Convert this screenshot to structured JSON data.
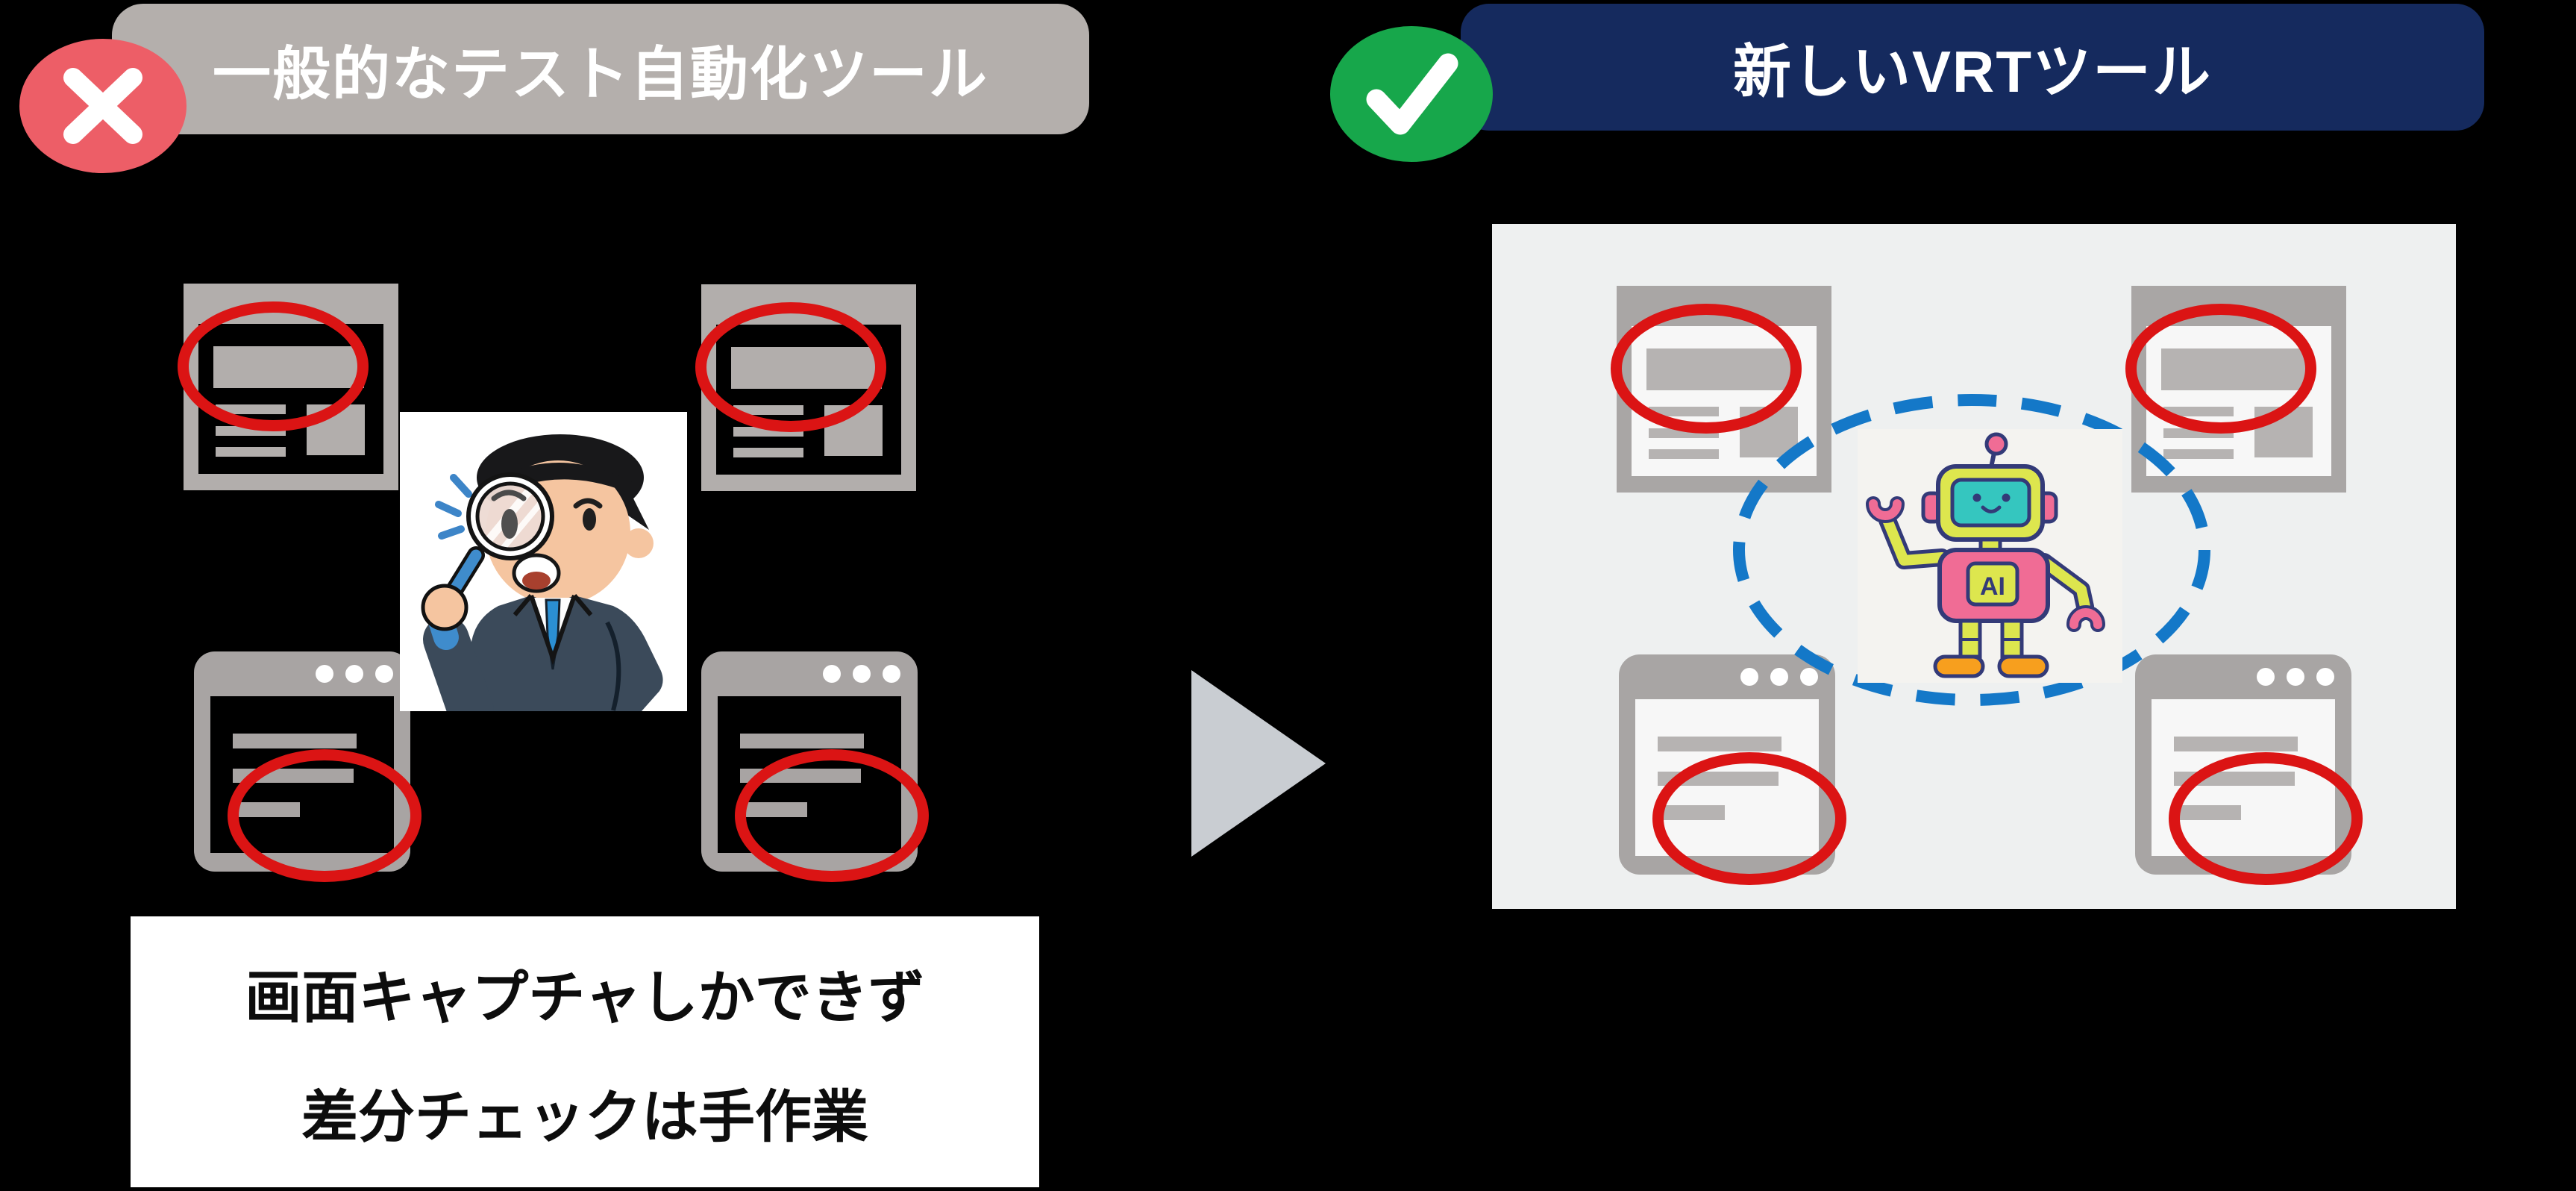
{
  "left_section": {
    "header": {
      "label": "一般的なテスト自動化ツール",
      "bg": "#b4afac",
      "badge_bg": "#ed5e67",
      "badge_icon": "x-icon"
    },
    "caption": {
      "line1": "画面キャプチャしかできず",
      "line2": "差分チェックは手作業"
    }
  },
  "right_section": {
    "header": {
      "label": "新しいVRTツール",
      "bg": "#152a5e",
      "badge_bg": "#17a74b",
      "badge_icon": "check-icon"
    },
    "robot": {
      "label": "AI"
    }
  },
  "colors": {
    "background": "#000000",
    "diff_highlight_ring": "#db1414",
    "ai_scope_dashed": "#1478c8",
    "transition_arrow": "#c9cdd2",
    "right_panel": "#eef0f0"
  }
}
